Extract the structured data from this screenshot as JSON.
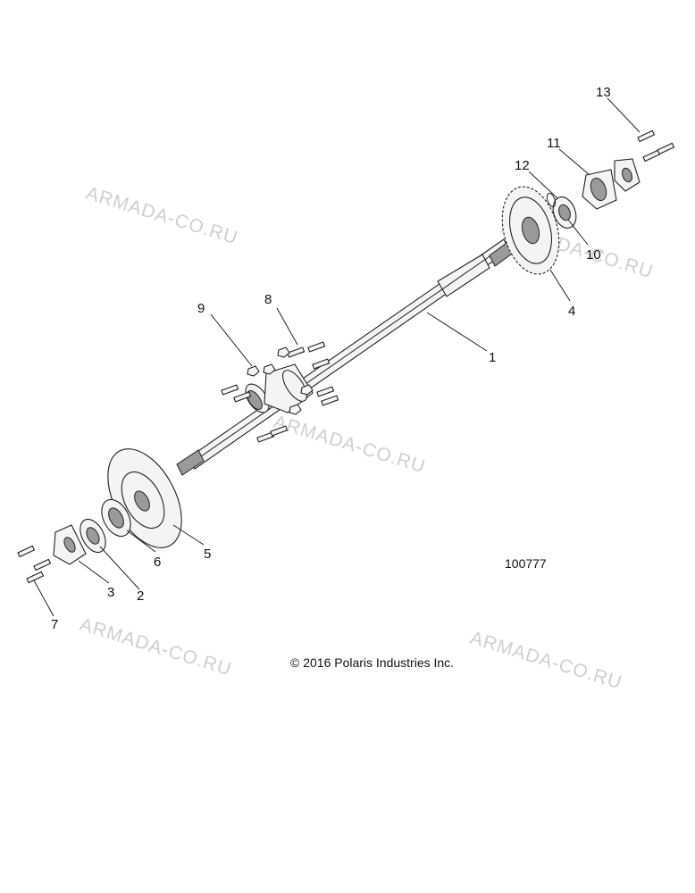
{
  "diagram": {
    "figure_number": "100777",
    "copyright": "© 2016 Polaris Industries Inc.",
    "watermark": "ARMADA-CO.RU",
    "callouts": [
      "1",
      "2",
      "3",
      "4",
      "5",
      "6",
      "7",
      "8",
      "9",
      "10",
      "11",
      "12",
      "13"
    ]
  }
}
